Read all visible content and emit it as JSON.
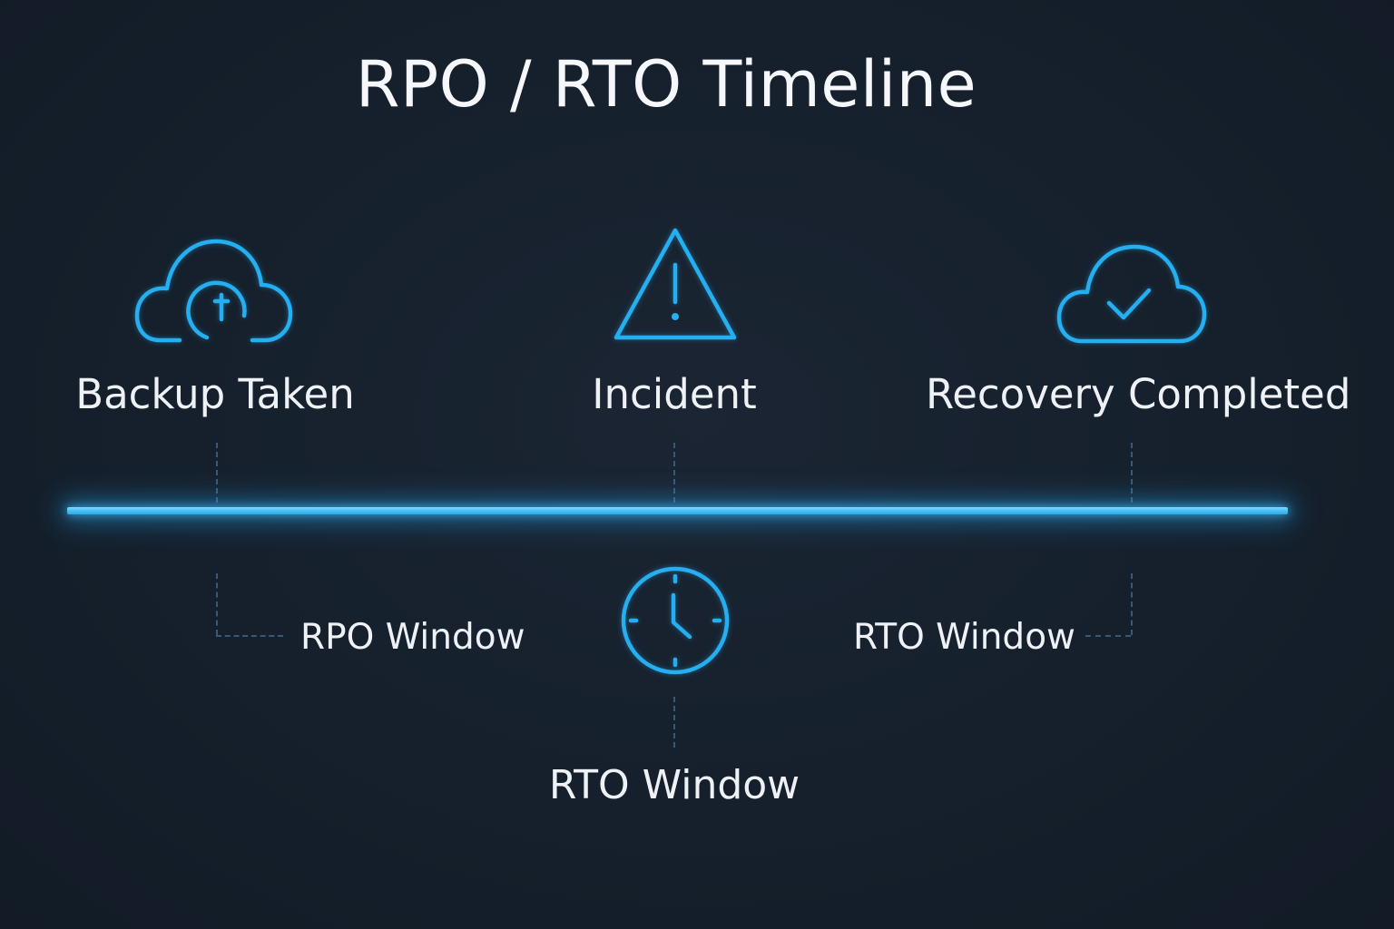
{
  "title": "RPO / RTO Timeline",
  "events": [
    {
      "label": "Backup Taken",
      "icon": "cloud-backup-icon"
    },
    {
      "label": "Incident",
      "icon": "warning-triangle-icon"
    },
    {
      "label": "Recovery Completed",
      "icon": "cloud-check-icon"
    }
  ],
  "windows": {
    "rpo_label": "RPO Window",
    "rto_label": "RTO Window",
    "rto_bottom_label": "RTO Window",
    "clock_icon": "clock-icon"
  },
  "colors": {
    "background": "#15202c",
    "accent": "#25aef0",
    "timeline": "#46c1f6",
    "text": "#eef2f6",
    "connector": "#3a5a72"
  }
}
